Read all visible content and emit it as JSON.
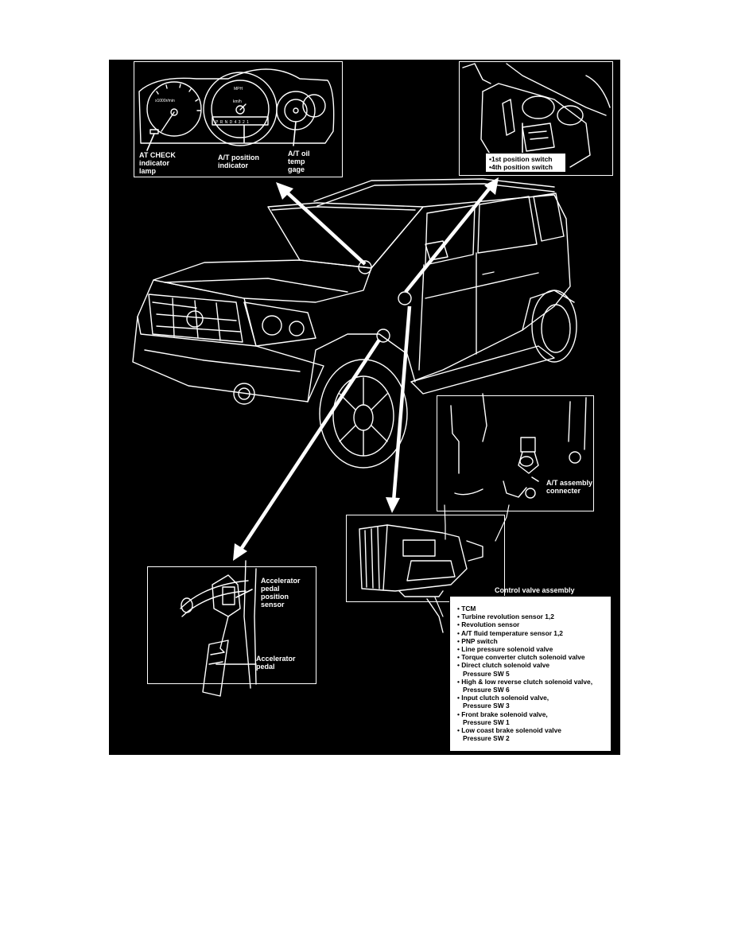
{
  "cluster": {
    "label_at_check": [
      "AT CHECK",
      "indicator",
      "lamp"
    ],
    "label_position_indicator": [
      "A/T position",
      "indicator"
    ],
    "label_oil_temp": [
      "A/T oil",
      "temp",
      "gage"
    ],
    "gauge_rpm": "x1000r/min",
    "gauge_mph": "MPH",
    "gauge_kmh": "km/h",
    "gear_display": "P R N D 4 3 2 1"
  },
  "shifter": {
    "switch_lines": [
      "•1st position switch",
      "•4th position switch"
    ]
  },
  "connector": {
    "label": [
      "A/T assembly",
      "connecter"
    ]
  },
  "pedal": {
    "label_sensor": [
      "Accelerator",
      "pedal",
      "position",
      "sensor"
    ],
    "label_pedal": [
      "Accelerator",
      "pedal"
    ]
  },
  "control_valve": {
    "title": "Control valve assembly",
    "items": [
      "• TCM",
      "• Turbine revolution sensor 1,2",
      "• Revolution sensor",
      "• A/T fluid temperature sensor 1,2",
      "• PNP switch",
      "• Line pressure solenoid valve",
      "• Torque converter clutch solenoid valve",
      "• Direct clutch solenoid valve",
      "   Pressure SW 5",
      "• High & low reverse clutch solenoid valve,",
      "   Pressure SW 6",
      "• Input clutch solenoid valve,",
      "   Pressure SW 3",
      "• Front brake solenoid valve,",
      "   Pressure SW 1",
      "• Low coast brake solenoid valve",
      "   Pressure SW 2"
    ]
  }
}
